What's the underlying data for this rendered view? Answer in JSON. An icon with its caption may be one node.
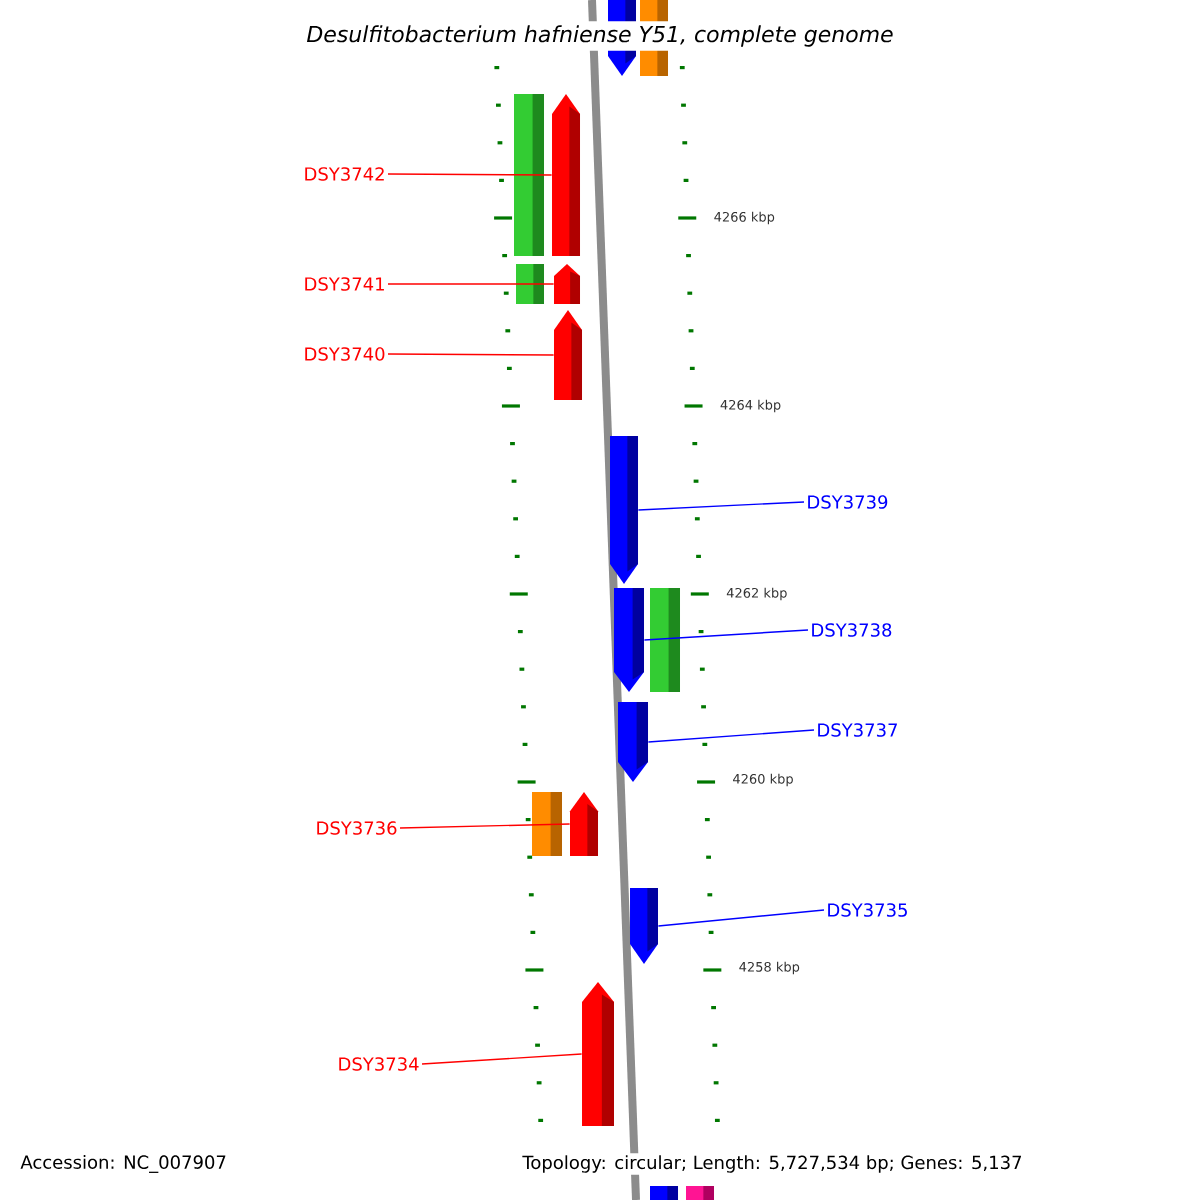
{
  "diagram": {
    "title": "Desulfitobacterium hafniense Y51, complete genome",
    "nodes": [
      {
        "text": [
          "DSY3742"
        ]
      },
      {
        "text": [
          "DSY3741"
        ]
      },
      {
        "text": [
          "DSY3740"
        ]
      },
      {
        "text": [
          "DSY3739"
        ]
      },
      {
        "text": [
          "DSY3738"
        ]
      },
      {
        "text": [
          "DSY3737"
        ]
      },
      {
        "text": [
          "DSY3736"
        ]
      },
      {
        "text": [
          "DSY3735"
        ]
      },
      {
        "text": [
          "DSY3734"
        ]
      },
      {
        "text": [],
        "shape": "bar"
      },
      {
        "text": [],
        "shape": "bar"
      },
      {
        "text": [],
        "shape": "bar"
      },
      {
        "text": [],
        "shape": "bar"
      },
      {
        "text": [],
        "shape": "bar"
      },
      {
        "text": [],
        "shape": "bar"
      },
      {
        "text": [],
        "shape": "bar"
      },
      {
        "text": [],
        "shape": "bar"
      },
      {
        "text": [],
        "shape": "bar"
      },
      {
        "text": [],
        "shape": "bar"
      },
      {
        "text": [],
        "shape": "bar"
      },
      {
        "text": [],
        "shape": "bar"
      },
      {
        "text": [],
        "shape": "bar"
      },
      {
        "text": [],
        "shape": "bar"
      },
      {
        "text": [],
        "shape": "bar"
      },
      {
        "text": [],
        "shape": "bar"
      },
      {
        "text": [],
        "shape": "bar"
      }
    ],
    "edges": [
      {
        "from": 0,
        "to": 9,
        "arrow": "none"
      },
      {
        "from": 1,
        "to": 10,
        "arrow": "none"
      },
      {
        "from": 2,
        "to": 11,
        "arrow": "none"
      },
      {
        "from": 3,
        "to": 12,
        "arrow": "none",
        "color": "#0000ff"
      },
      {
        "from": 4,
        "to": 13,
        "arrow": "none",
        "color": "#0000ff"
      },
      {
        "from": 5,
        "to": 14,
        "arrow": "none",
        "color": "#0000ff"
      },
      {
        "from": 6,
        "to": 15,
        "arrow": "none"
      },
      {
        "from": 7,
        "to": 16,
        "arrow": "none",
        "color": "#0000ff"
      },
      {
        "from": 8,
        "to": 17,
        "arrow": "none"
      }
    ],
    "labels": [
      "4266 kbp",
      "4264 kbp",
      "4262 kbp",
      "4260 kbp",
      "4258 kbp",
      "Accession: NC_007907",
      "Topology: circular; Length: 5,727,534 bp; Genes: 5,137"
    ]
  }
}
